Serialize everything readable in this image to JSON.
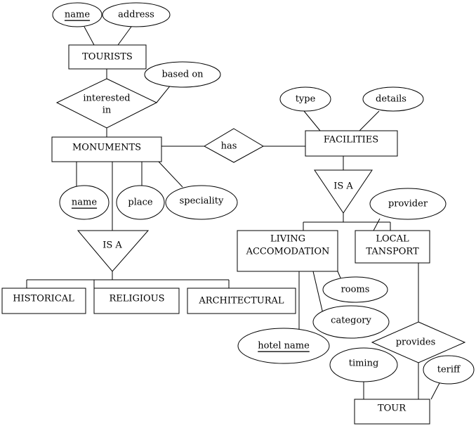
{
  "entities": {
    "tourists": "TOURISTS",
    "monuments": "MONUMENTS",
    "facilities": "FACILITIES",
    "living_1": "LIVING",
    "living_2": "ACCOMODATION",
    "local_1": "LOCAL",
    "local_2": "TANSPORT",
    "historical": "HISTORICAL",
    "religious": "RELIGIOUS",
    "architectural": "ARCHITECTURAL",
    "tour": "TOUR"
  },
  "relationships": {
    "interested_1": "interested",
    "interested_2": "in",
    "has": "has",
    "provides": "provides"
  },
  "isa": {
    "facilities_isa": "IS A",
    "monuments_isa": "IS A"
  },
  "attributes": {
    "tourist_name": "name",
    "tourist_address": "address",
    "based_on": "based on",
    "facility_type": "type",
    "facility_details": "details",
    "monument_name": "name",
    "monument_place": "place",
    "monument_speciality": "speciality",
    "provider": "provider",
    "rooms": "rooms",
    "category": "category",
    "hotel_name": "hotel name",
    "timing": "timing",
    "teriff": "teriff"
  },
  "colors": {
    "stroke": "#000000",
    "background": "#ffffff"
  }
}
